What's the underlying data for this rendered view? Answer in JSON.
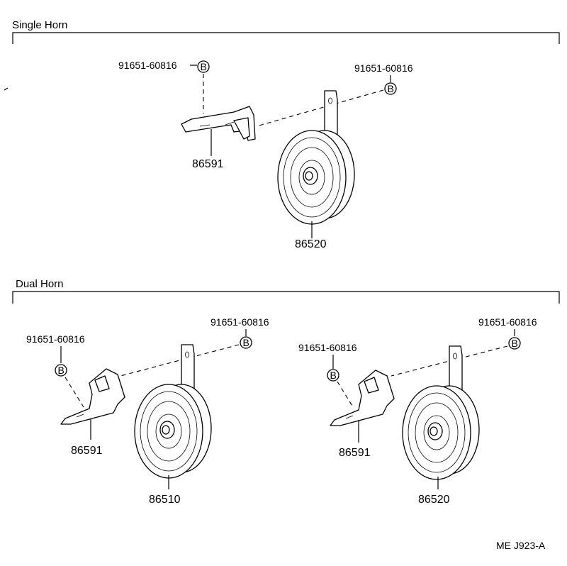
{
  "sections": {
    "single": {
      "title": "Single Horn"
    },
    "dual": {
      "title": "Dual Horn"
    }
  },
  "parts": {
    "bolt": "91651-60816",
    "bolt_symbol": "B",
    "bracket": "86591",
    "horn_high": "86520",
    "horn_low": "86510"
  },
  "diagram_id": "ME J923-A"
}
